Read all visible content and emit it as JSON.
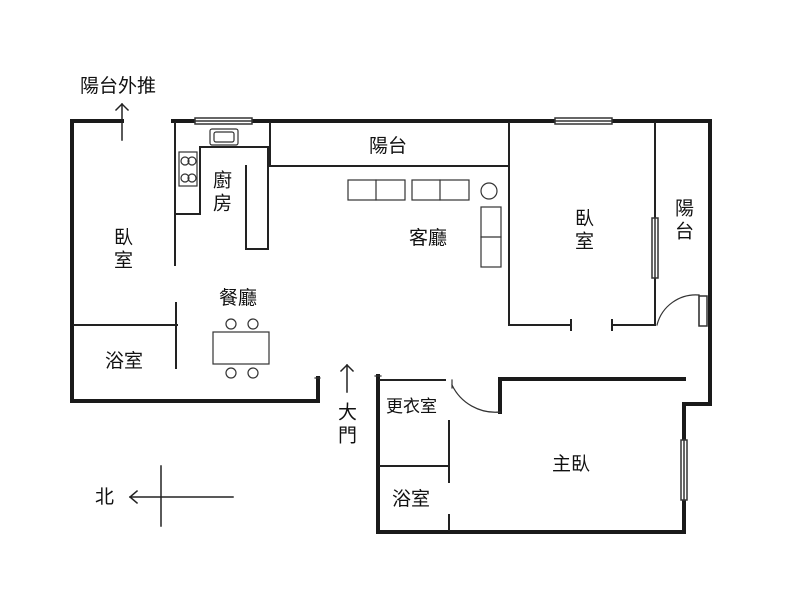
{
  "rooms": {
    "balcony_push_out": "陽台外推",
    "balcony_top": "陽台",
    "kitchen": "廚房",
    "bedroom_left": "臥室",
    "living_room": "客廳",
    "bedroom_right": "臥室",
    "balcony_right": "陽台",
    "dining_room": "餐廳",
    "bath_left": "浴室",
    "main_door": "大門",
    "walk_in_closet": "更衣室",
    "master_bedroom": "主臥",
    "bath_bottom": "浴室"
  },
  "compass": {
    "label": "北"
  },
  "colors": {
    "wall": "#1a1a1a",
    "line": "#222222",
    "background": "#ffffff"
  }
}
